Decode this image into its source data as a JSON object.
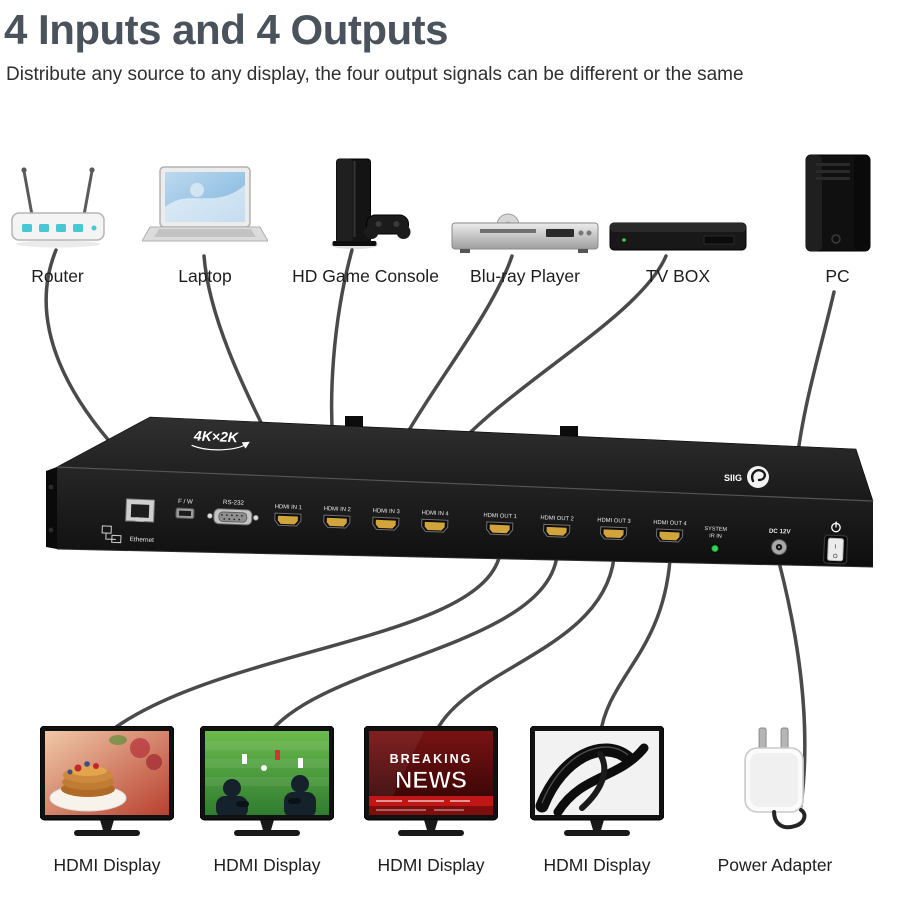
{
  "header": {
    "title": "4 Inputs and 4 Outputs",
    "subtitle": "Distribute any source to any display, the four output signals can be different or the same"
  },
  "sources": [
    {
      "label": "Router"
    },
    {
      "label": "Laptop"
    },
    {
      "label": "HD Game Console"
    },
    {
      "label": "Blu-ray Player"
    },
    {
      "label": "TV BOX"
    },
    {
      "label": "PC"
    }
  ],
  "switcher": {
    "brand": "SIIG",
    "badge": "4K×2K",
    "led_color": "#36d058",
    "ports": {
      "ethernet": "Ethernet",
      "firmware": "F / W",
      "rs232": "RS-232",
      "hdmi_in": [
        "HDMI IN 1",
        "HDMI IN 2",
        "HDMI IN 3",
        "HDMI IN 4"
      ],
      "hdmi_out": [
        "HDMI OUT 1",
        "HDMI OUT 2",
        "HDMI OUT 3",
        "HDMI OUT 4"
      ],
      "ir_line1": "SYSTEM",
      "ir_line2": "IR IN",
      "dc": "DC 12V",
      "switch_on": "I",
      "switch_off": "O"
    }
  },
  "icons": {
    "power_button": "⏻"
  },
  "news_screen": {
    "line1": "BREAKING",
    "line2": "NEWS"
  },
  "displays": [
    "HDMI Display",
    "HDMI Display",
    "HDMI Display",
    "HDMI Display"
  ],
  "power_adapter_label": "Power Adapter"
}
